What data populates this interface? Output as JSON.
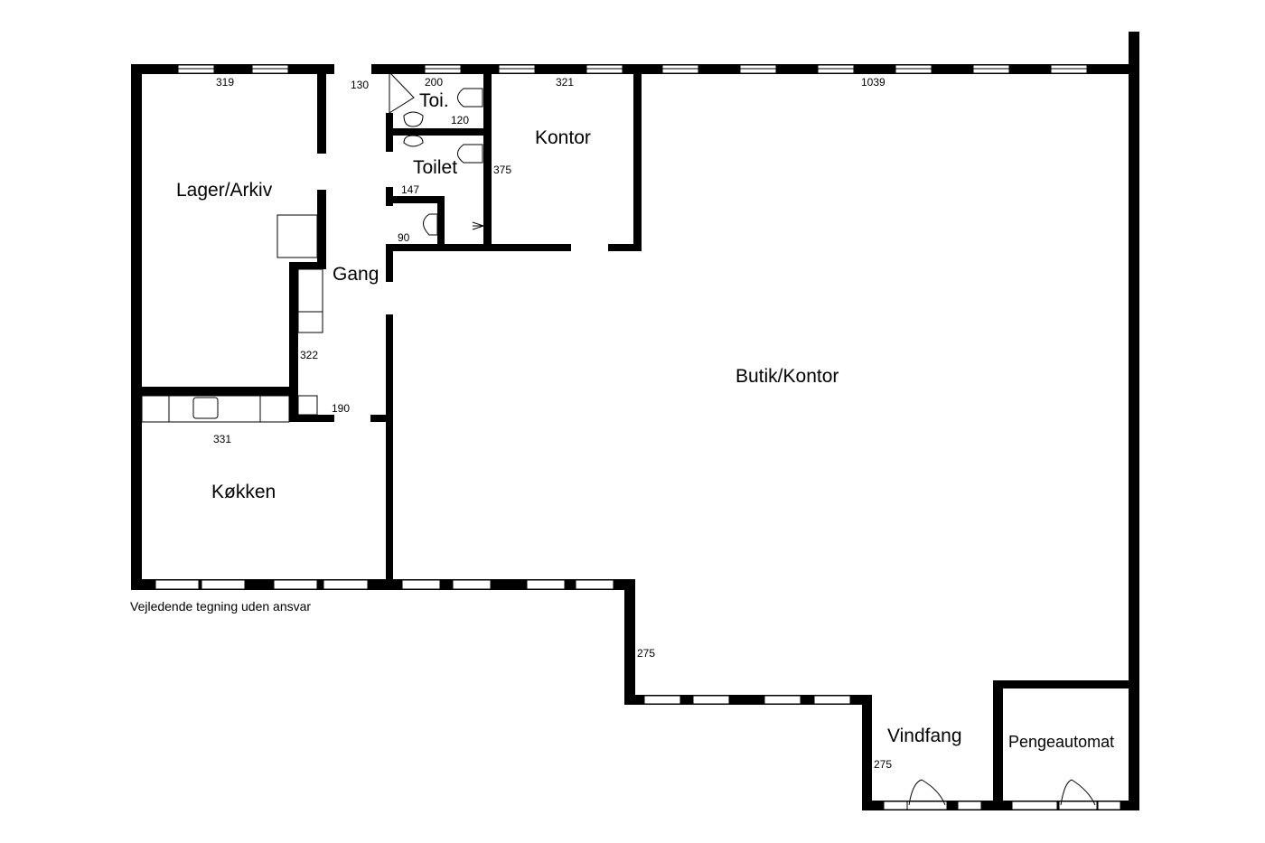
{
  "rooms": {
    "lager": "Lager/Arkiv",
    "toi": "Toi.",
    "toilet": "Toilet",
    "kontor": "Kontor",
    "gang": "Gang",
    "butik": "Butik/Kontor",
    "kokken": "Køkken",
    "vindfang": "Vindfang",
    "pengeautomat": "Pengeautomat"
  },
  "dimensions": {
    "d319": "319",
    "d130": "130",
    "d200": "200",
    "d120": "120",
    "d321": "321",
    "d1039": "1039",
    "d375": "375",
    "d147": "147",
    "d90": "90",
    "d322": "322",
    "d190": "190",
    "d331": "331",
    "d275a": "275",
    "d275b": "275"
  },
  "note": "Vejledende tegning uden ansvar",
  "colors": {
    "wall": "#000000",
    "background": "#ffffff"
  }
}
